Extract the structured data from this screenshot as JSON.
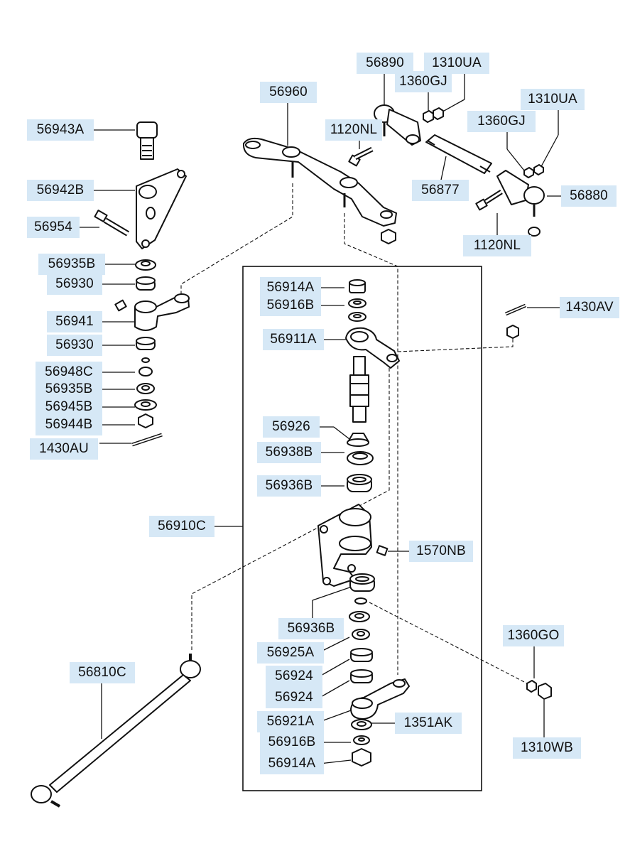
{
  "labels": {
    "l56890": "56890",
    "l1310UA_top": "1310UA",
    "l1360GJ_top": "1360GJ",
    "l56960": "56960",
    "l1310UA_right": "1310UA",
    "l1120NL_top": "1120NL",
    "l1360GJ_right": "1360GJ",
    "l56943A": "56943A",
    "l56942B": "56942B",
    "l56877": "56877",
    "l56880": "56880",
    "l56954": "56954",
    "l1120NL_bottom": "1120NL",
    "l56935B_top": "56935B",
    "l56930_top": "56930",
    "l56941": "56941",
    "l56930_bottom": "56930",
    "l56948C": "56948C",
    "l56935B_bottom": "56935B",
    "l56945B": "56945B",
    "l56944B": "56944B",
    "l1430AU": "1430AU",
    "l56914A_top": "56914A",
    "l56916B_top": "56916B",
    "l56911A": "56911A",
    "l1430AV": "1430AV",
    "l56926": "56926",
    "l56938B": "56938B",
    "l56936B_top": "56936B",
    "l56910C": "56910C",
    "l1570NB": "1570NB",
    "l56936B_bottom": "56936B",
    "l56925A": "56925A",
    "l56924_a": "56924",
    "l56924_b": "56924",
    "l56810C": "56810C",
    "l1360GO": "1360GO",
    "l56921A": "56921A",
    "l1351AK": "1351AK",
    "l56916B_bottom": "56916B",
    "l56914A_bottom": "56914A",
    "l1310WB": "1310WB"
  },
  "colors": {
    "label_bg": "#d6e8f6",
    "line": "#111111",
    "background": "#ffffff"
  }
}
